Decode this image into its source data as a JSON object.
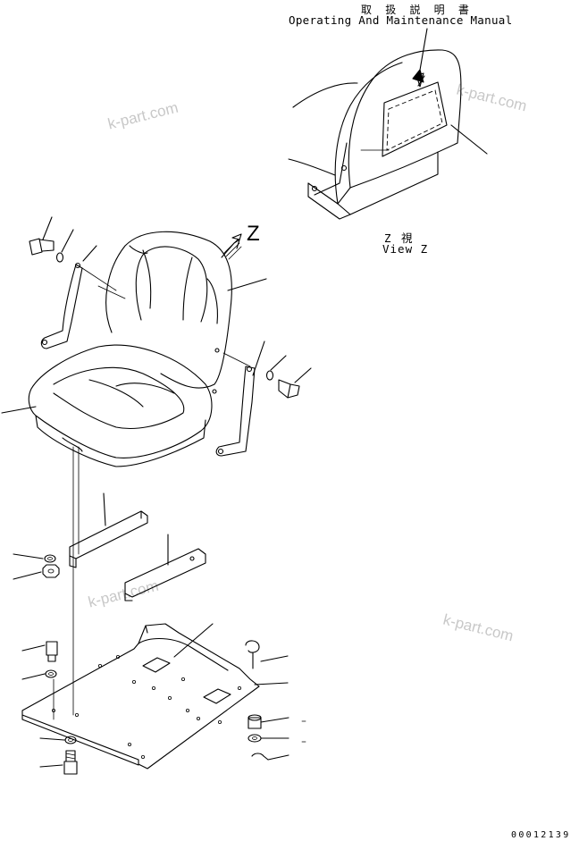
{
  "labels": {
    "manual_jp": "取 扱 説 明 書",
    "manual_en": "Operating And Maintenance Manual",
    "view_letter": "Z",
    "view_jp": "Z  視",
    "view_en": "View Z",
    "code": "00012139"
  },
  "watermarks": [
    "k-part.com",
    "k-part.com",
    "k-part.com",
    "k-part.com"
  ]
}
